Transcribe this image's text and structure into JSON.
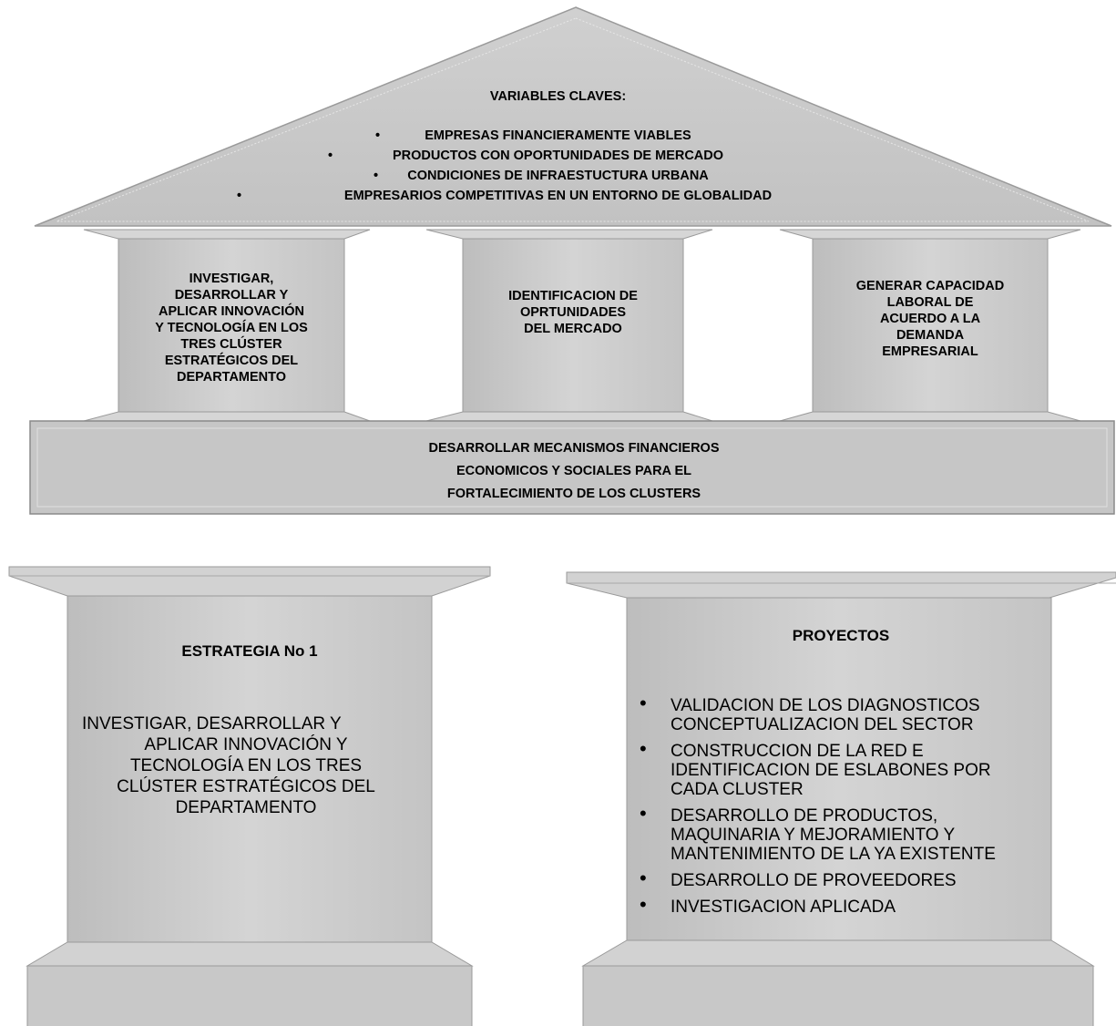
{
  "roof": {
    "title": "VARIABLES CLAVES:",
    "items": [
      "EMPRESAS FINANCIERAMENTE VIABLES",
      "PRODUCTOS CON OPORTUNIDADES DE MERCADO",
      "CONDICIONES DE INFRAESTUCTURA URBANA",
      "EMPRESARIOS COMPETITIVAS EN UN ENTORNO DE GLOBALIDAD"
    ]
  },
  "columns": [
    {
      "lines": [
        "INVESTIGAR,",
        "DESARROLLAR Y",
        "APLICAR INNOVACIÓN",
        "Y TECNOLOGÍA EN LOS",
        "TRES CLÚSTER",
        "ESTRATÉGICOS  DEL",
        "DEPARTAMENTO"
      ]
    },
    {
      "lines": [
        "IDENTIFICACION DE",
        "OPRTUNIDADES",
        "DEL MERCADO"
      ]
    },
    {
      "lines": [
        "GENERAR CAPACIDAD",
        "LABORAL DE",
        "ACUERDO A LA",
        "DEMANDA",
        "EMPRESARIAL"
      ]
    }
  ],
  "base": {
    "lines": [
      "DESARROLLAR MECANISMOS FINANCIEROS",
      "ECONOMICOS Y SOCIALES PARA EL",
      "FORTALECIMIENTO DE  LOS CLUSTERS"
    ]
  },
  "strategy": {
    "title": "ESTRATEGIA No 1",
    "lines": [
      "INVESTIGAR, DESARROLLAR Y",
      "APLICAR INNOVACIÓN  Y",
      "TECNOLOGÍA EN LOS TRES",
      "CLÚSTER ESTRATÉGICOS  DEL",
      "DEPARTAMENTO"
    ]
  },
  "projects": {
    "title": "PROYECTOS",
    "items": [
      [
        "VALIDACION DE LOS DIAGNOSTICOS",
        "CONCEPTUALIZACION DEL SECTOR"
      ],
      [
        "CONSTRUCCION DE LA RED E",
        "IDENTIFICACION DE ESLABONES POR",
        "CADA CLUSTER"
      ],
      [
        "DESARROLLO DE PRODUCTOS,",
        "MAQUINARIA Y MEJORAMIENTO Y",
        "MANTENIMIENTO DE LA YA EXISTENTE"
      ],
      [
        "DESARROLLO DE PROVEEDORES"
      ],
      [
        "INVESTIGACION APLICADA"
      ]
    ]
  },
  "colors": {
    "fill": "#c8c8c8",
    "fill_light": "#e2e2e2",
    "stroke": "#8a8a8a"
  }
}
